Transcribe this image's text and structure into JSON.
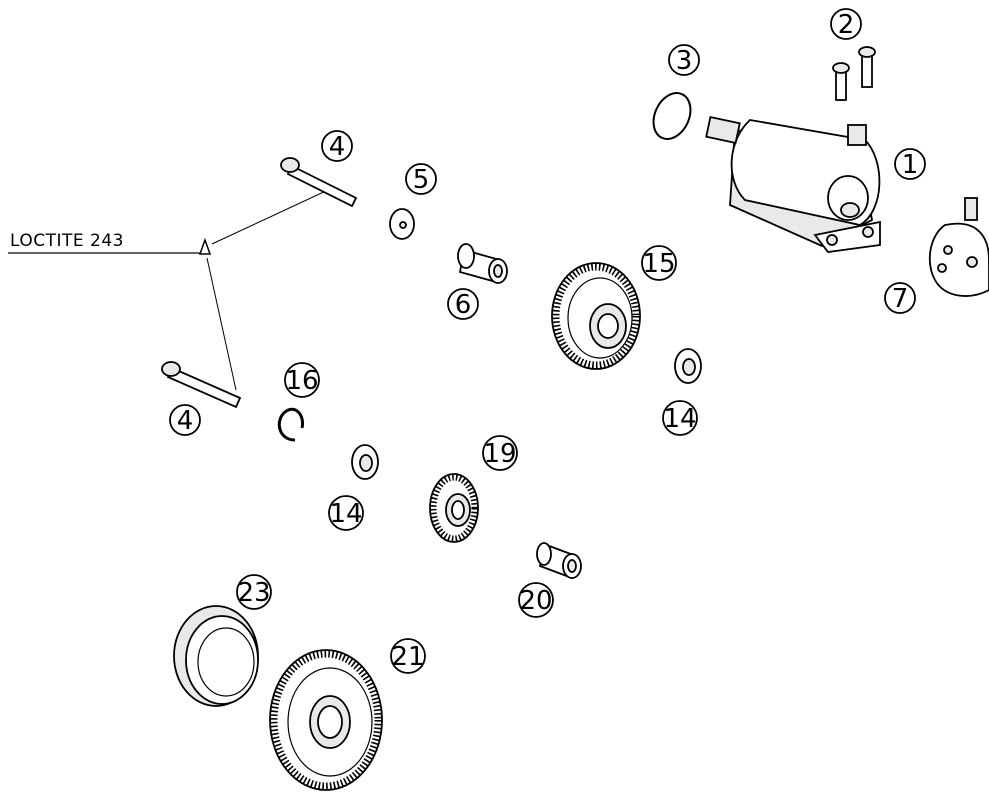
{
  "loctite_label": "LOCTITE 243",
  "callouts": {
    "c1": "1",
    "c2": "2",
    "c3": "3",
    "c4a": "4",
    "c4b": "4",
    "c5": "5",
    "c6": "6",
    "c7": "7",
    "c14a": "14",
    "c14b": "14",
    "c15": "15",
    "c16": "16",
    "c19": "19",
    "c20": "20",
    "c21": "21",
    "c23": "23"
  },
  "colors": {
    "line": "#000000",
    "background": "#ffffff",
    "shade": "#e9e9e9"
  }
}
